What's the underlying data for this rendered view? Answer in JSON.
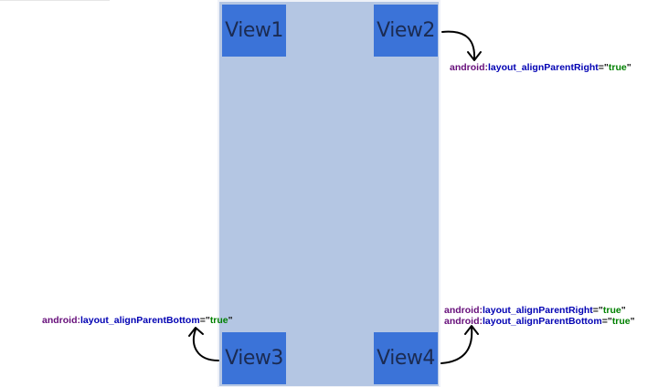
{
  "views": {
    "view1": "View1",
    "view2": "View2",
    "view3": "View3",
    "view4": "View4"
  },
  "annotations": {
    "view2": {
      "namespace": "android",
      "colon": ":",
      "name": "layout_alignParentRight",
      "eq_open": "=\"",
      "value": "true",
      "eq_close": "\""
    },
    "view3": {
      "namespace": "android",
      "colon": ":",
      "name": "layout_alignParentBottom",
      "eq_open": "=\"",
      "value": "true",
      "eq_close": "\""
    },
    "view4_line1": {
      "namespace": "android",
      "colon": ":",
      "name": "layout_alignParentRight",
      "eq_open": "=\"",
      "value": "true",
      "eq_close": "\""
    },
    "view4_line2": {
      "namespace": "android",
      "colon": ":",
      "name": "layout_alignParentBottom",
      "eq_open": "=\"",
      "value": "true",
      "eq_close": "\""
    }
  },
  "colors": {
    "container": "#b4c6e3",
    "view": "#3b73d8",
    "namespace": "#660e7a",
    "attribute": "#0000b3",
    "value": "#008000"
  }
}
